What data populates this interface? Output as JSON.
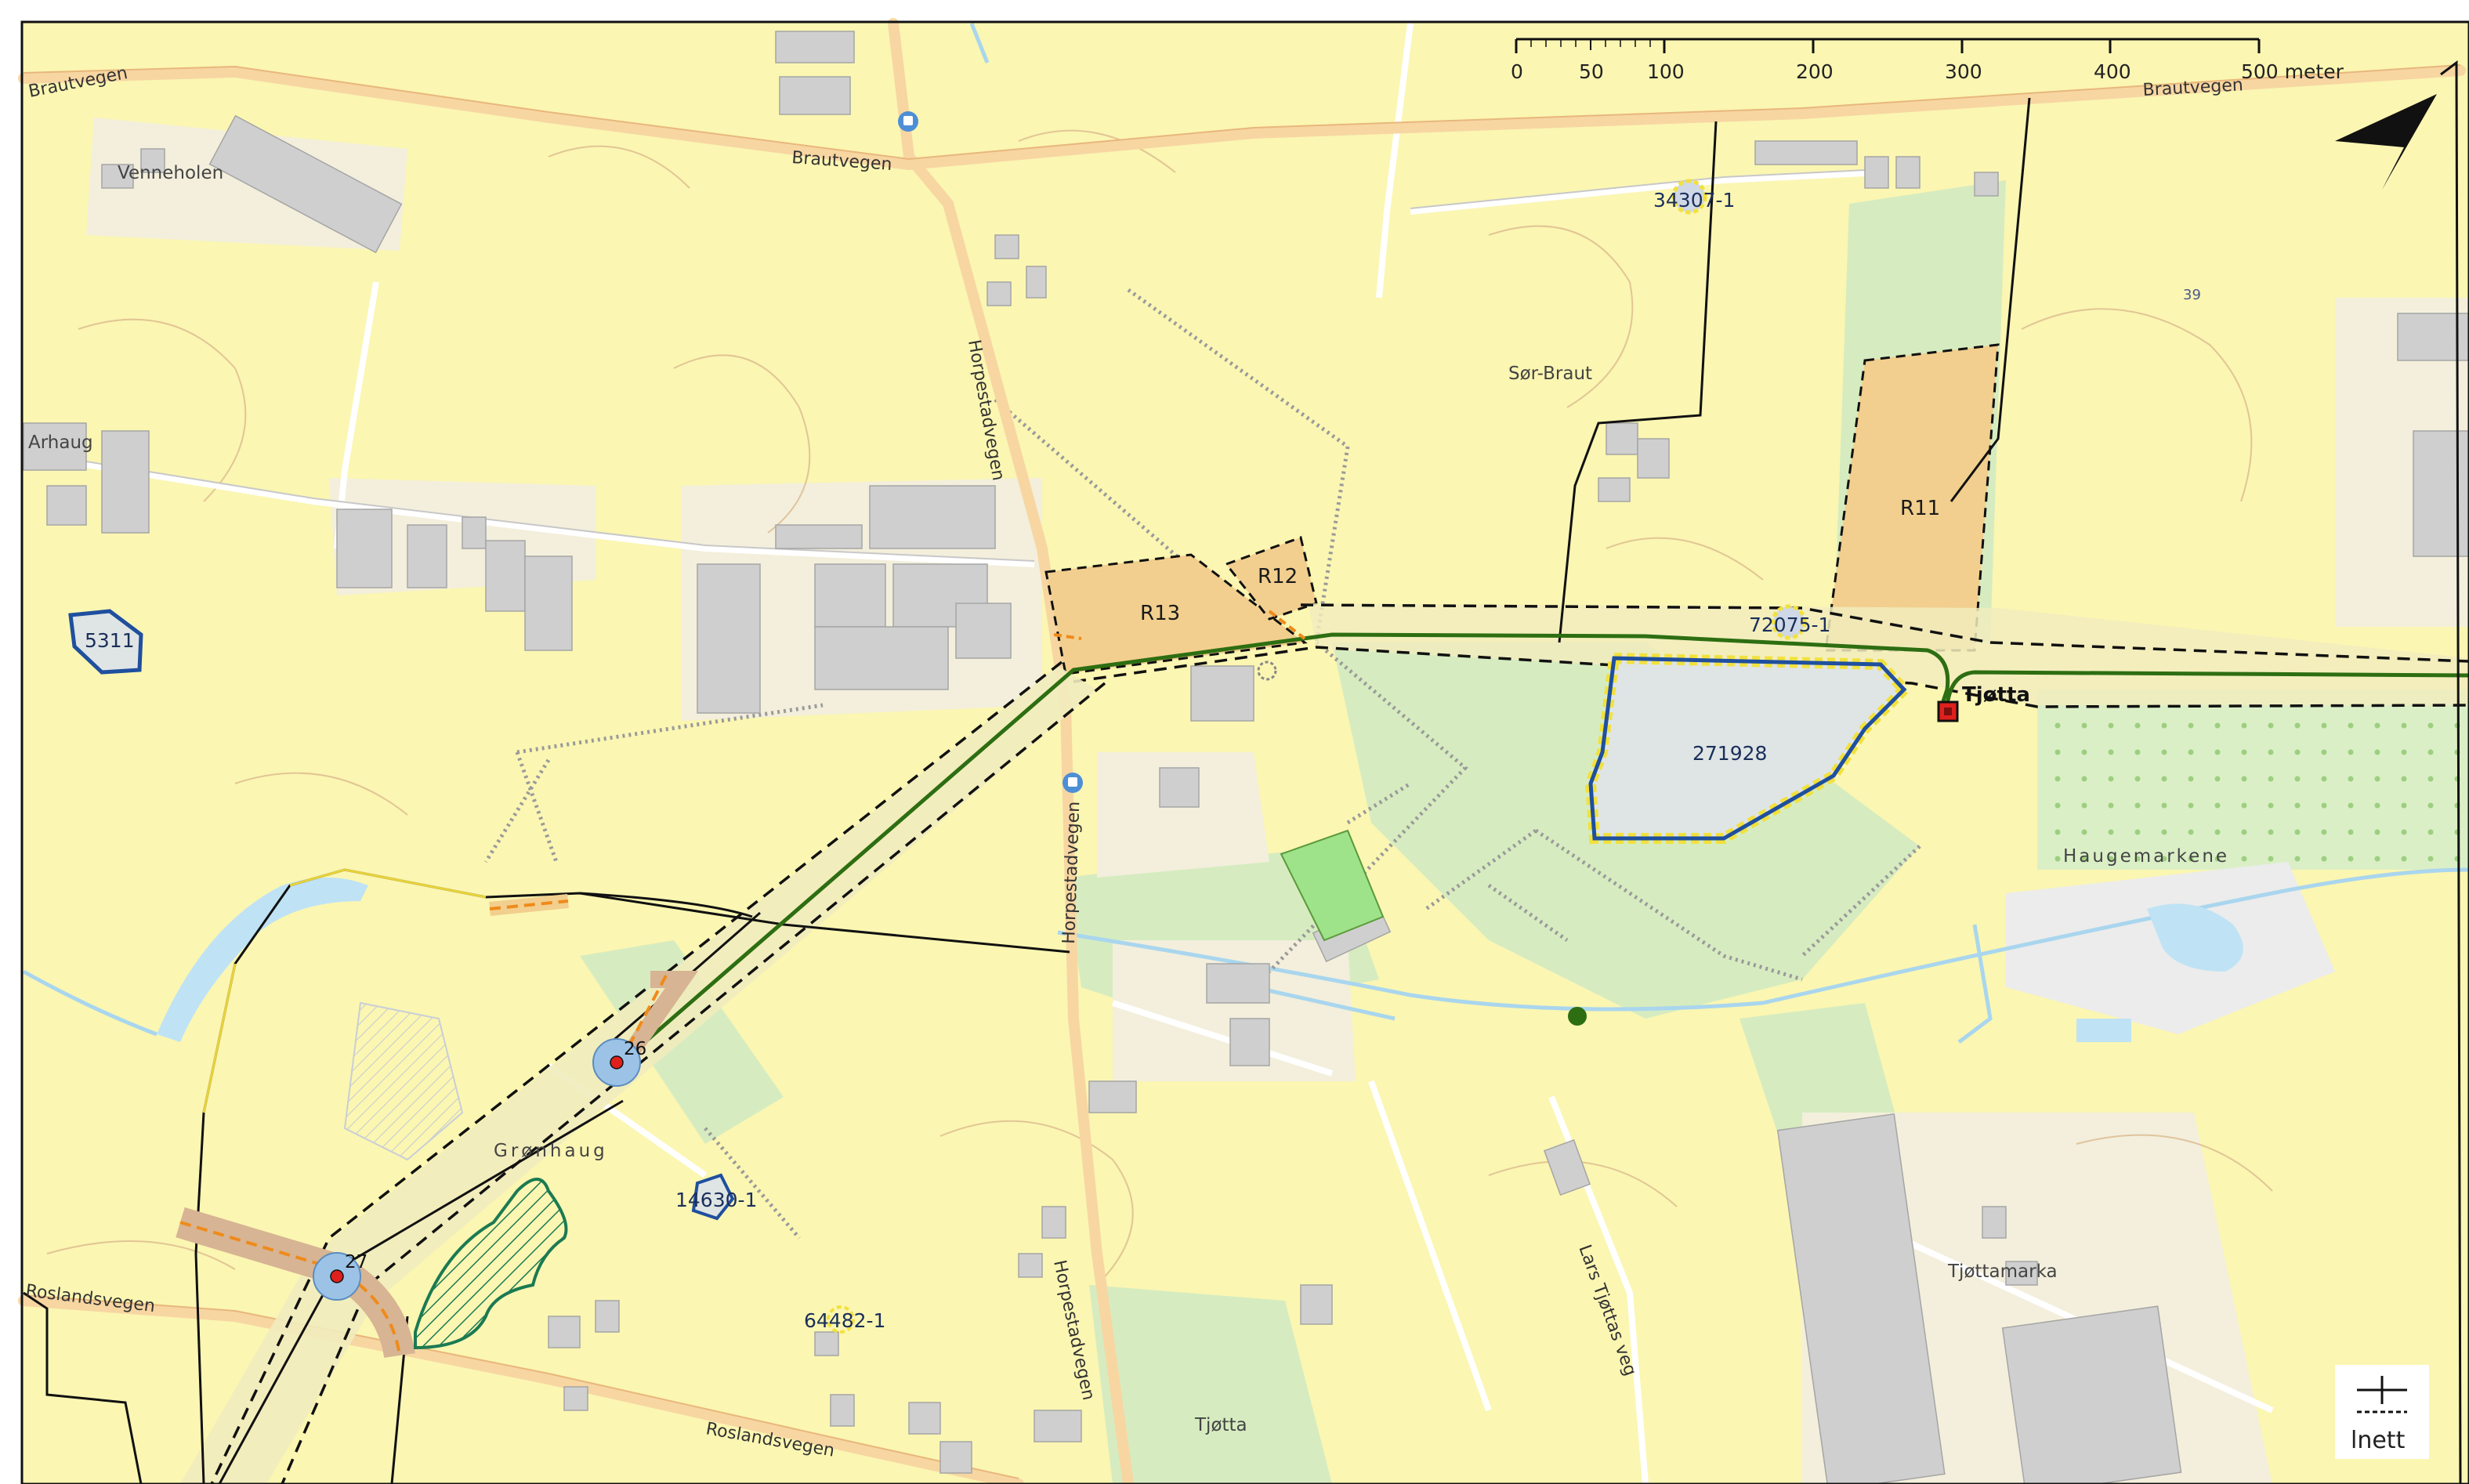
{
  "colors": {
    "land": "#fbf6b2",
    "greenarea": "#d6ecc0",
    "road": "#f7d6a2",
    "building": "#cfcfcf",
    "zone_fill": "#f2cf8e",
    "plot_fill": "#dfe5e5",
    "plot_stroke": "#1f4f9e",
    "line_green": "#2d6e12",
    "water": "#bfe3f5",
    "substation": "#e0201c"
  },
  "roads": {
    "brautvegen_w": "Brautvegen",
    "brautvegen_c": "Brautvegen",
    "brautvegen_e": "Brautvegen",
    "horpestadvegen_n": "Horpestadvegen",
    "horpestadvegen_m": "Horpestadvegen",
    "horpestadvegen_s": "Horpestadvegen",
    "roslandsvegen_w": "Roslandsvegen",
    "roslandsvegen_s": "Roslandsvegen",
    "lars_tjottas_veg": "Lars Tjøttas veg"
  },
  "places": {
    "venneholen": "Venneholen",
    "arhaug": "Arhaug",
    "sor_braut": "Sør-Braut",
    "gronhaug": "Grønhaug",
    "haugemarkene": "Haugemarkene",
    "tjottamarka": "Tjøttamarka",
    "tjotta_s": "Tjøtta",
    "tjotta_station": "Tjøtta",
    "num_39": "39"
  },
  "zones": {
    "r11": "R11",
    "r12": "R12",
    "r13": "R13"
  },
  "plots": {
    "p5311": "5311",
    "p34307": "34307-1",
    "p72075": "72075-1",
    "p271928": "271928",
    "p14630": "14630-1",
    "p64482": "64482-1"
  },
  "masts": {
    "m26": "26",
    "m27": "27"
  },
  "scale": {
    "ticks": [
      "0",
      "50",
      "100",
      "200",
      "300",
      "400"
    ],
    "last": "500 meter"
  },
  "icons": {
    "bus": "bus-stop-icon",
    "north": "north-arrow-icon",
    "logo": "lnett-logo-icon"
  },
  "logo": {
    "text": "lnett"
  }
}
